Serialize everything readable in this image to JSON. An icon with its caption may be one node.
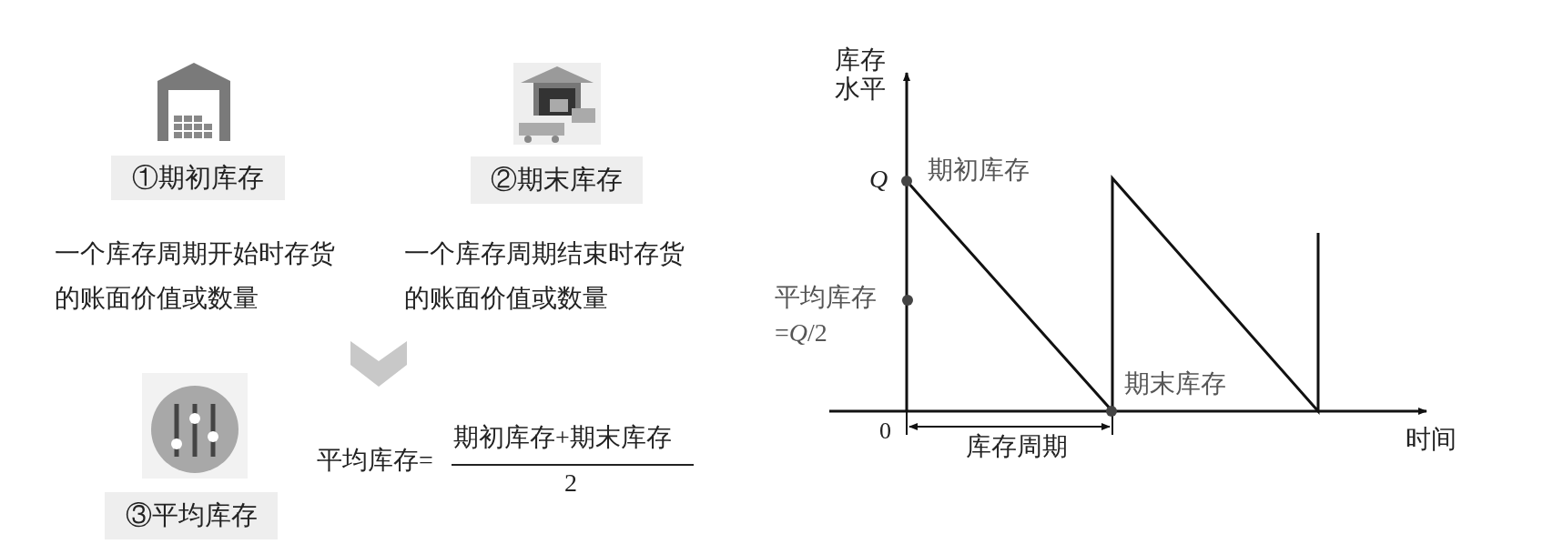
{
  "diagram": {
    "nodes": [
      {
        "text": [
          "①期初库存"
        ]
      },
      {
        "text": [
          "②期末库存"
        ]
      },
      {
        "text": [
          "③平均库存"
        ]
      }
    ],
    "labels": [
      "一个库存周期开始时存货的账面价值或数量",
      "一个库存周期结束时存货的账面价值或数量",
      "平均库存=",
      "期初库存+期末库存",
      "2",
      "库存水平",
      "Q",
      "期初库存",
      "平均库存=*Q*/2",
      "期末库存",
      "0",
      "库存周期",
      "时间"
    ]
  }
}
